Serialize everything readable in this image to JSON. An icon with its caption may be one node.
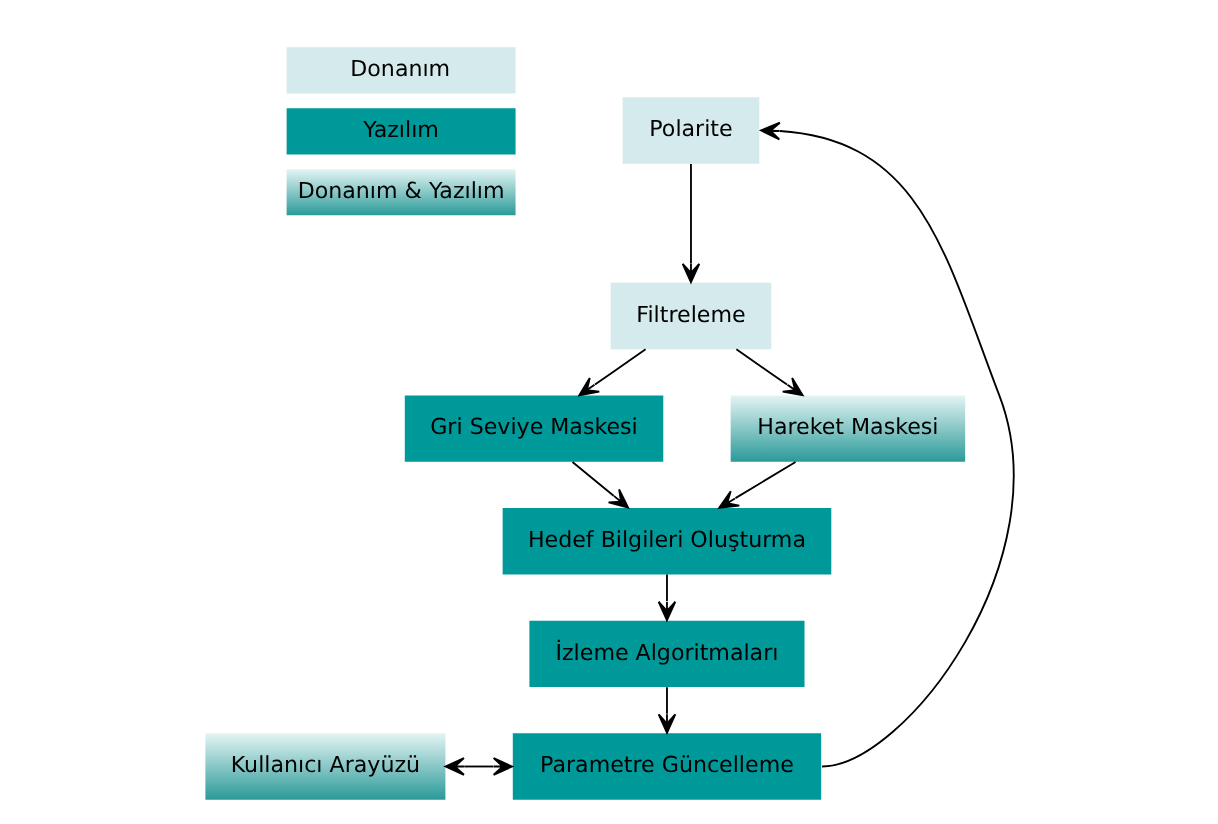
{
  "diagram": {
    "nodes": [
      {
        "text": [
          "Polarite"
        ]
      },
      {
        "text": [
          "Filtreleme"
        ]
      },
      {
        "text": [
          "Gri Seviye Maskesi"
        ]
      },
      {
        "text": [
          "Hareket Maskesi"
        ]
      },
      {
        "text": [
          "Hedef Bilgileri Oluşturma"
        ]
      },
      {
        "text": [
          "İzleme Algoritmaları"
        ]
      },
      {
        "text": [
          "Parametre Güncelleme"
        ]
      },
      {
        "text": [
          "Kullanıcı Arayüzü"
        ]
      }
    ],
    "edges": [
      {
        "from": 0,
        "to": 1,
        "arrow": "to"
      },
      {
        "from": 1,
        "to": 2,
        "arrow": "to"
      },
      {
        "from": 1,
        "to": 3,
        "arrow": "to"
      },
      {
        "from": 2,
        "to": 4,
        "arrow": "to"
      },
      {
        "from": 3,
        "to": 4,
        "arrow": "to"
      },
      {
        "from": 4,
        "to": 5,
        "arrow": "to"
      },
      {
        "from": 5,
        "to": 6,
        "arrow": "to"
      },
      {
        "from": 7,
        "to": 6,
        "arrow": "both"
      },
      {
        "from": 6,
        "to": 0,
        "arrow": "to"
      }
    ],
    "legend": [
      {
        "text": "Donanım",
        "color": "#d4eaec"
      },
      {
        "text": "Yazılım",
        "color": "#009999"
      },
      {
        "text": "Donanım & Yazılım"
      }
    ]
  }
}
